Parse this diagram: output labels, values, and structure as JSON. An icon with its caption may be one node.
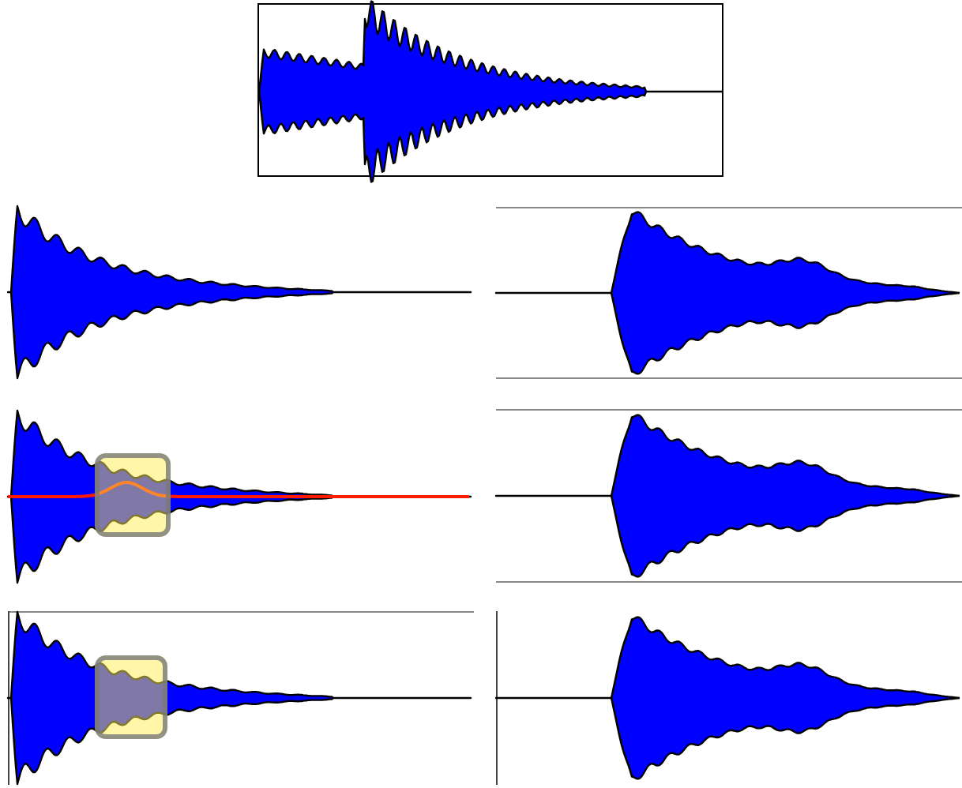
{
  "diagram": {
    "nodes": [
      {
        "text": [],
        "shape": "picture"
      },
      {
        "text": [],
        "shape": "picture"
      },
      {
        "text": [],
        "shape": "picture"
      },
      {
        "text": [],
        "shape": "picture"
      },
      {
        "text": [],
        "shape": "box",
        "in": 3
      },
      {
        "text": [],
        "shape": "picture"
      },
      {
        "text": [],
        "shape": "picture"
      },
      {
        "text": [],
        "shape": "box",
        "in": 6
      },
      {
        "text": [],
        "shape": "picture"
      }
    ]
  }
}
